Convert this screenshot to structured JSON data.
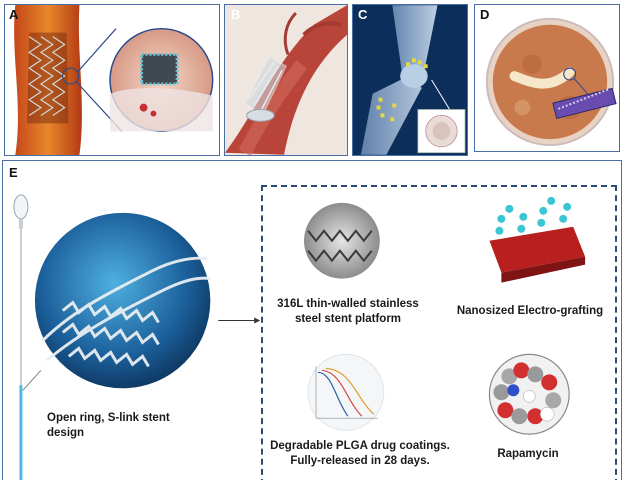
{
  "panels": {
    "a": {
      "letter": "A"
    },
    "b": {
      "letter": "B"
    },
    "c": {
      "letter": "C"
    },
    "d": {
      "letter": "D"
    },
    "e": {
      "letter": "E"
    }
  },
  "stent_design": {
    "line1": "Open ring, S-link stent",
    "line2": "design"
  },
  "features": [
    {
      "line1": "316L thin-walled stainless",
      "line2": "steel stent platform"
    },
    {
      "line1": "Nanosized Electro-grafting",
      "line2": ""
    },
    {
      "line1": "Degradable PLGA drug coatings.",
      "line2": "Fully-released in 28 days."
    },
    {
      "line1": "Rapamycin",
      "line2": ""
    }
  ],
  "colors": {
    "frame": "#4a6fa5",
    "dashed_box": "#2e4a7a"
  }
}
